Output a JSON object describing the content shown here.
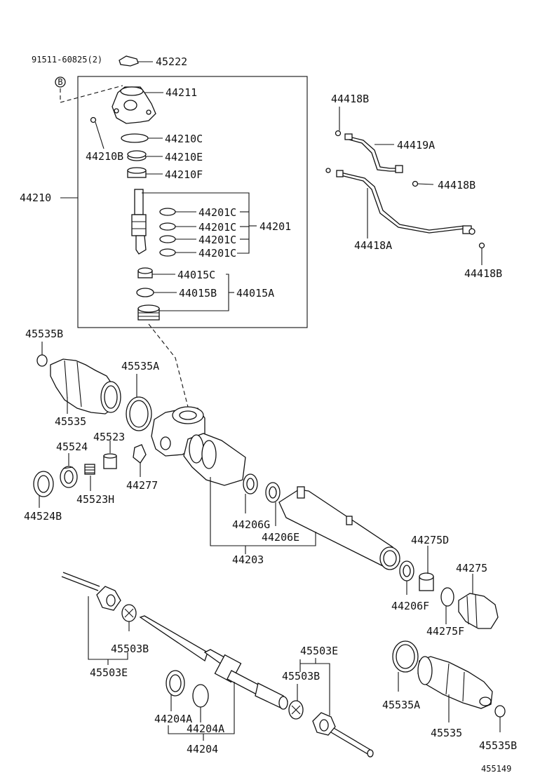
{
  "labels": {
    "bolt_code": "91511-60825(2)",
    "bolt_mark": "B",
    "p45222": "45222",
    "p44211": "44211",
    "p44210c": "44210C",
    "p44210b": "44210B",
    "p44210e": "44210E",
    "p44210f": "44210F",
    "p44210": "44210",
    "p44201c_1": "44201C",
    "p44201c_2": "44201C",
    "p44201c_3": "44201C",
    "p44201c_4": "44201C",
    "p44201": "44201",
    "p44015c": "44015C",
    "p44015b": "44015B",
    "p44015a": "44015A",
    "p44418b_1": "44418B",
    "p44419a": "44419A",
    "p44418b_2": "44418B",
    "p44418a": "44418A",
    "p44418b_3": "44418B",
    "p45535b_1": "45535B",
    "p45535a_1": "45535A",
    "p45535_1": "45535",
    "p45524": "45524",
    "p45523": "45523",
    "p44277": "44277",
    "p45523h": "45523H",
    "p44524b": "44524B",
    "p44206g": "44206G",
    "p44206e": "44206E",
    "p44203": "44203",
    "p44275d": "44275D",
    "p44275": "44275",
    "p44206f": "44206F",
    "p44275f": "44275F",
    "p45503b_1": "45503B",
    "p45503e_1": "45503E",
    "p45503e_2": "45503E",
    "p45503b_2": "45503B",
    "p45535a_2": "45535A",
    "p45535_2": "45535",
    "p45535b_2": "45535B",
    "p44204a_1": "44204A",
    "p44204a_2": "44204A",
    "p44204": "44204",
    "diagram_code": "455149"
  }
}
